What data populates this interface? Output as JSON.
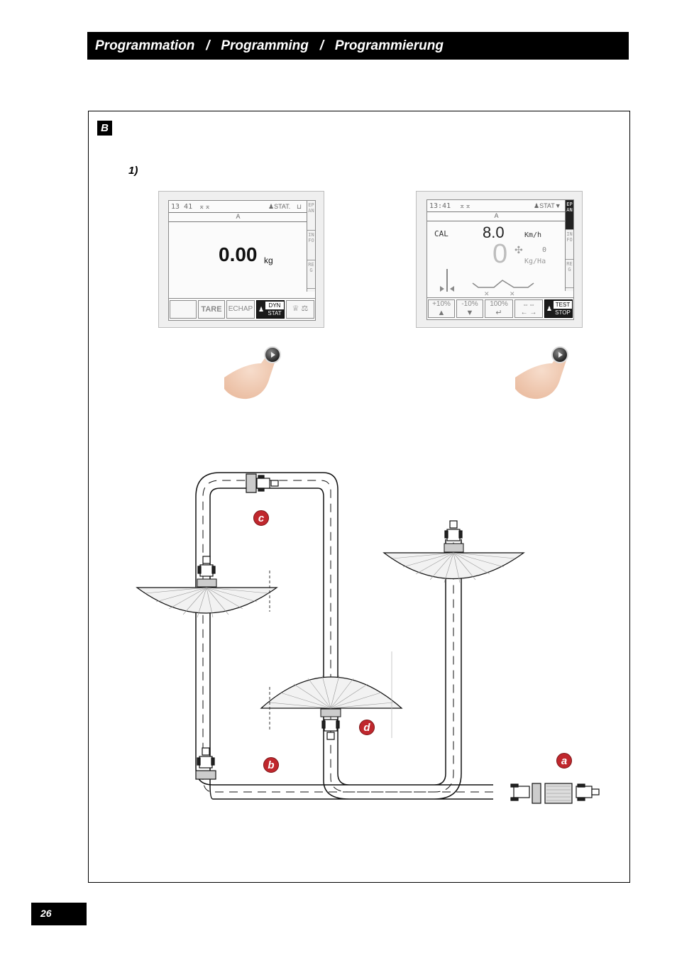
{
  "header": {
    "title": "Programmation   /   Programming   /   Programmierung"
  },
  "section": {
    "label": "B",
    "step": "1)"
  },
  "page_number": "26",
  "screen_left": {
    "time": "13 41",
    "mode_indicator": "STAT.",
    "row2": "A",
    "weight_value": "0.00",
    "weight_unit": "kg",
    "tabs": [
      "EPAN",
      "INFO",
      "REG"
    ],
    "softkeys": [
      "",
      "TARE",
      "ECHAP",
      "DYN",
      "STAT"
    ]
  },
  "screen_right": {
    "time": "13:41",
    "mode_indicator": "STAT",
    "row2": "A",
    "cal_label": "CAL",
    "speed_value": "8.0",
    "speed_unit": "Km/h",
    "rate_big": "0",
    "rate_small": "0",
    "rate_unit": "Kg/Ha",
    "tabs": [
      "EPAN",
      "INFO",
      "REG"
    ],
    "softkeys": [
      "+10%",
      "-10%",
      "100%",
      "",
      "TEST",
      "STOP"
    ]
  },
  "diagram": {
    "labels": [
      "c",
      "d",
      "b",
      "a"
    ]
  },
  "colors": {
    "badge": "#c0272d",
    "header_bg": "#000000"
  }
}
